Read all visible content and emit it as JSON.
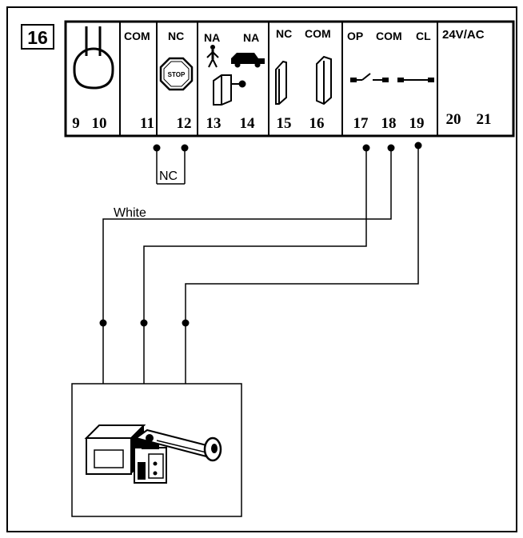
{
  "figure_number": "16",
  "terminal_block": {
    "headers": {
      "lamp_com": "COM",
      "stop_nc": "NC",
      "na_ped": "NA",
      "na_car": "NA",
      "photo_nc": "NC",
      "photo_com": "COM",
      "limit_op": "OP",
      "limit_com": "COM",
      "limit_cl": "CL",
      "power": "24V/AC"
    },
    "stop_sign_text": "STOP",
    "terminals": [
      "9",
      "10",
      "11",
      "12",
      "13",
      "14",
      "15",
      "16",
      "17",
      "18",
      "19",
      "20",
      "21"
    ]
  },
  "jumper_label": "NC",
  "wire_label": "White"
}
